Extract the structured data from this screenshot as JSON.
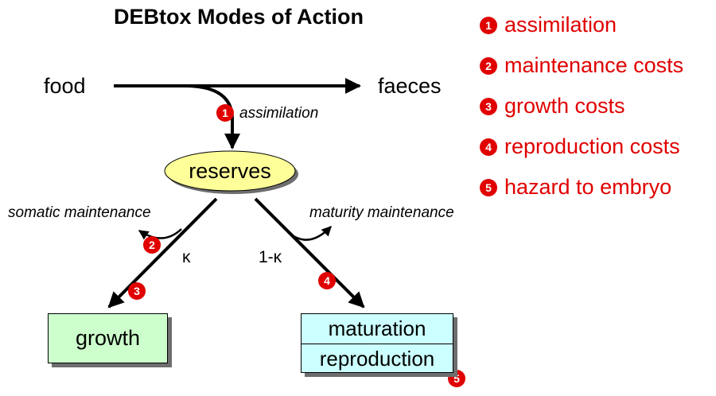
{
  "title": "DEBtox Modes of Action",
  "legend": [
    {
      "number": "1",
      "label": "assimilation"
    },
    {
      "number": "2",
      "label": "maintenance costs"
    },
    {
      "number": "3",
      "label": "growth costs"
    },
    {
      "number": "4",
      "label": "reproduction costs"
    },
    {
      "number": "5",
      "label": "hazard to embryo"
    }
  ],
  "nodes": {
    "food": "food",
    "faeces": "faeces",
    "reserves": "reserves",
    "growth": "growth",
    "maturation": "maturation",
    "reproduction": "reproduction"
  },
  "flow_labels": {
    "assimilation": "assimilation",
    "somatic_maintenance": "somatic maintenance",
    "maturity_maintenance": "maturity maintenance",
    "kappa": "κ",
    "one_minus_kappa": "1-κ"
  },
  "markers": {
    "m1": "1",
    "m2": "2",
    "m3": "3",
    "m4": "4",
    "m5": "5"
  },
  "colors": {
    "marker": "#e00000",
    "reserves_fill": "#ffff99",
    "growth_fill": "#ccffcc",
    "matrep_fill": "#ccffff"
  }
}
